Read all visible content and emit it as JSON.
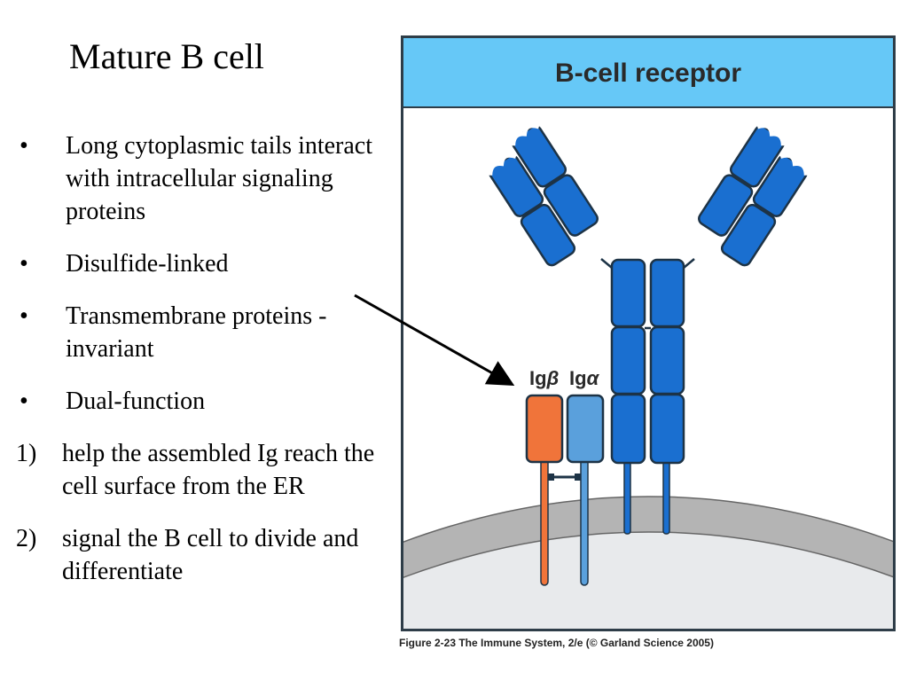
{
  "slide": {
    "title": "Mature B cell",
    "bullets": [
      {
        "marker": "•",
        "text": "Long cytoplasmic tails interact with intracellular signaling proteins"
      },
      {
        "marker": "•",
        "text": "Disulfide-linked"
      },
      {
        "marker": "•",
        "text": "Transmembrane proteins - invariant"
      },
      {
        "marker": "•",
        "text": "Dual-function"
      },
      {
        "marker": "1)",
        "text": "help the assembled Ig reach the cell surface from the ER"
      },
      {
        "marker": "2)",
        "text": "signal the B cell to divide and differentiate"
      }
    ]
  },
  "figure": {
    "header": "B-cell receptor",
    "label_ig_beta_prefix": "Ig",
    "label_ig_beta_greek": "β",
    "label_ig_alpha_prefix": "Ig",
    "label_ig_alpha_greek": "α",
    "caption": "Figure 2-23  The Immune System, 2/e (© Garland Science 2005)",
    "colors": {
      "header_bg": "#66c8f7",
      "ig_heavy": "#1a6fd0",
      "ig_beta": "#f0743a",
      "ig_alpha": "#5aa0dc",
      "membrane": "#b4b4b4",
      "cytoplasm": "#e8eaec",
      "outline": "#1d3346"
    }
  }
}
